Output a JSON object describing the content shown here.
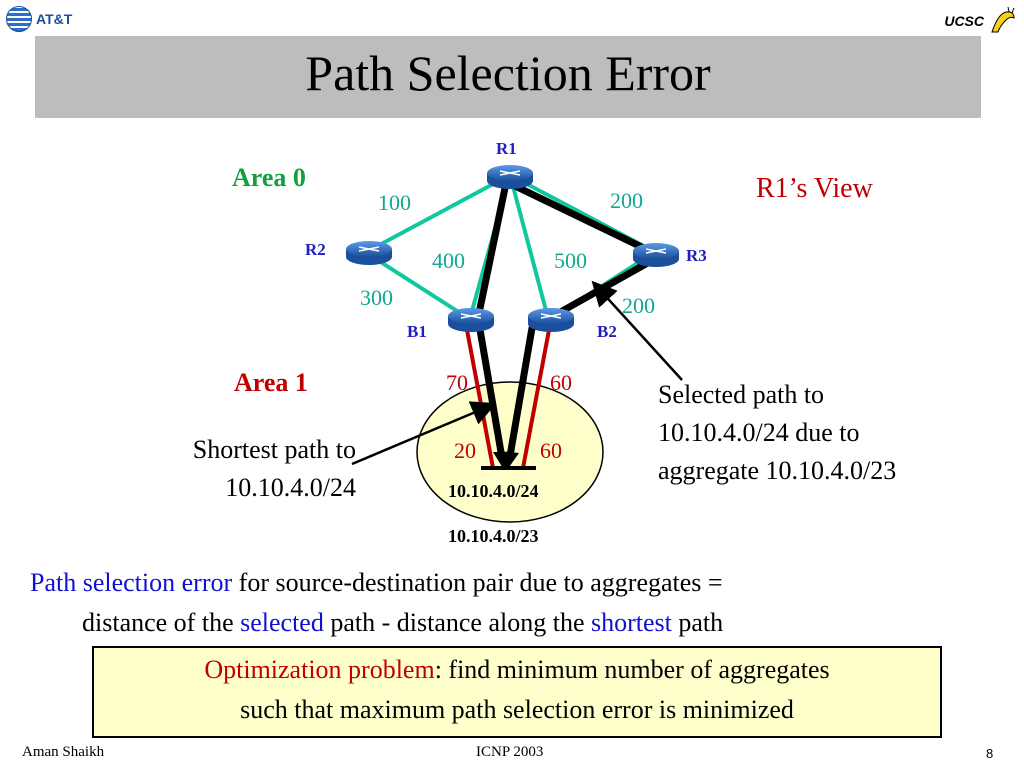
{
  "header": {
    "title": "Path Selection Error",
    "logo_left": "AT&T",
    "logo_right": "UCSC"
  },
  "diagram": {
    "area0_label": "Area 0",
    "area1_label": "Area 1",
    "view_label": "R1’s View",
    "routers": {
      "r1": "R1",
      "r2": "R2",
      "r3": "R3",
      "b1": "B1",
      "b2": "B2"
    },
    "costs": {
      "r1_r2": "100",
      "r1_r3": "200",
      "r1_b1": "400",
      "r1_b2": "500",
      "r2_b1": "300",
      "r3_b2": "200",
      "b1_area1": "70",
      "b2_area1": "60",
      "inner_left": "20",
      "inner_right": "60"
    },
    "prefix_inner": "10.10.4.0/24",
    "prefix_outer": "10.10.4.0/23",
    "annotation_shortest": {
      "line1": "Shortest path to",
      "line2": "10.10.4.0/24"
    },
    "annotation_selected": {
      "line1": "Selected path to",
      "line2": "10.10.4.0/24 due to",
      "line3": "aggregate 10.10.4.0/23"
    }
  },
  "bullet": {
    "term": "Path selection error",
    "text1": " for source-destination pair due to aggregates =",
    "text2": "distance of the ",
    "selected": "selected",
    "text3": " path - distance along the ",
    "shortest": "shortest",
    "text4": " path"
  },
  "box": {
    "term": "Optimization problem",
    "text1": ": find minimum number of aggregates",
    "text2": "such that maximum path selection error is minimized"
  },
  "footer": {
    "author": "Aman Shaikh",
    "venue": "ICNP 2003",
    "page": "8"
  },
  "colors": {
    "link": "#10c8a0",
    "path": "#000000",
    "area1_link": "#c00000",
    "area1_fill": "#ffffcc",
    "router": "#2a6ec9"
  }
}
